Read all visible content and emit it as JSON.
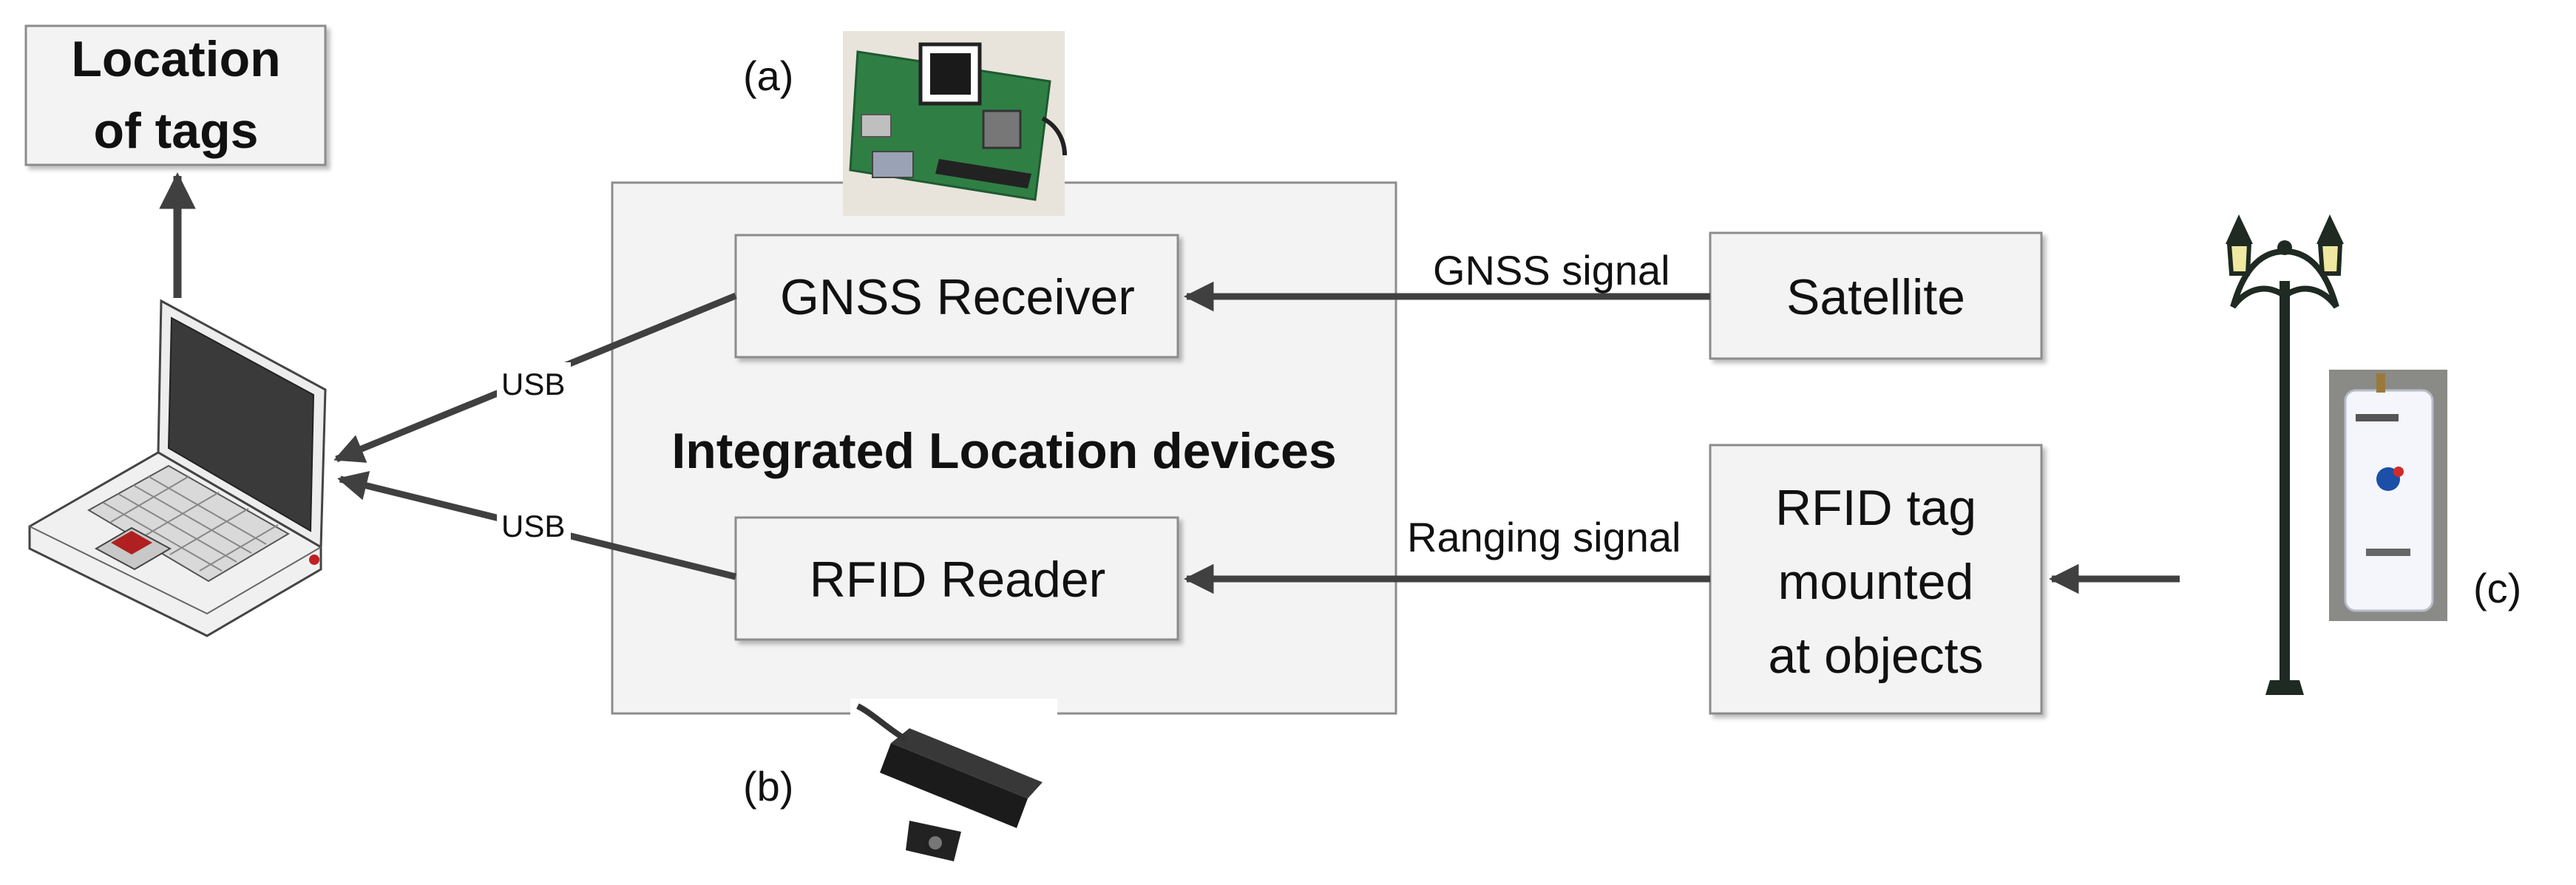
{
  "colors": {
    "box_fill": "#f3f3f3",
    "box_stroke": "#8c8c8c",
    "arrow": "#404040",
    "text": "#111111",
    "pcb_green": "#2f7f45",
    "device_black": "#1b1b1b",
    "pole_dark": "#1e2a22",
    "tag_white": "#f4f6fb"
  },
  "diagram": {
    "location_box": {
      "line1": "Location",
      "line2": "of tags"
    },
    "integrated_title": "Integrated Location devices",
    "gnss_receiver": "GNSS Receiver",
    "rfid_reader": "RFID Reader",
    "satellite": "Satellite",
    "rfid_tag_box": {
      "line1": "RFID tag",
      "line2": "mounted",
      "line3": "at objects"
    },
    "edges": {
      "gnss_signal": "GNSS signal",
      "ranging_signal": "Ranging signal",
      "usb_top": "USB",
      "usb_bottom": "USB"
    },
    "markers": {
      "a": "(a)",
      "b": "(b)",
      "c": "(c)"
    },
    "images": {
      "laptop": "laptop-icon",
      "gnss_board": "gnss-board-photo",
      "rfid_reader_device": "rfid-reader-photo",
      "lamp_post": "lamp-post-icon",
      "rfid_tag_device": "rfid-tag-photo"
    }
  }
}
